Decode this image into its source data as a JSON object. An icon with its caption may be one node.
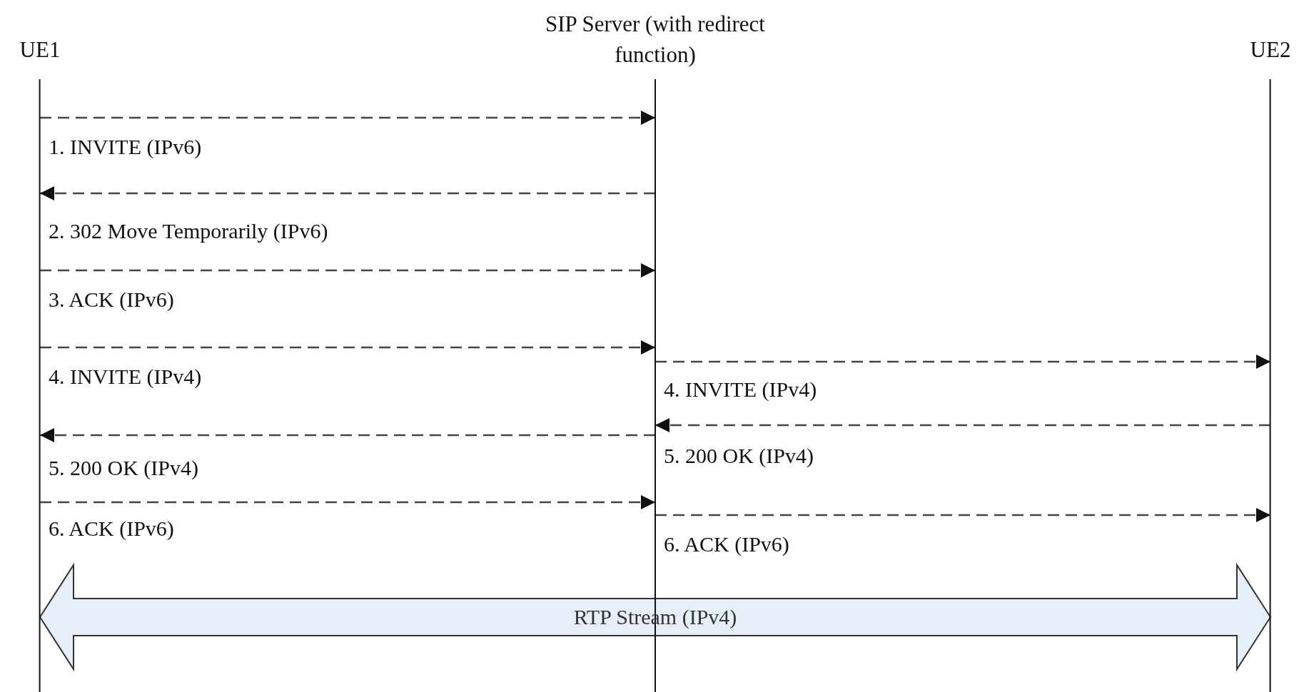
{
  "diagram": {
    "nodes": [
      {
        "text": [
          "UE1"
        ]
      },
      {
        "text": [
          "SIP Server (with redirect function)"
        ]
      },
      {
        "text": [
          "UE2"
        ]
      }
    ],
    "edges": [
      {
        "from": 0,
        "to": 1,
        "arrow": "to",
        "label": "1. INVITE (IPv6)",
        "style": "dashed"
      },
      {
        "from": 1,
        "to": 0,
        "arrow": "to",
        "label": "2. 302 Move Temporarily (IPv6)",
        "style": "dashed"
      },
      {
        "from": 0,
        "to": 1,
        "arrow": "to",
        "label": "3. ACK (IPv6)",
        "style": "dashed"
      },
      {
        "from": 0,
        "to": 1,
        "arrow": "to",
        "label": "4. INVITE (IPv4)",
        "style": "dashed"
      },
      {
        "from": 1,
        "to": 2,
        "arrow": "to",
        "label": "4. INVITE (IPv4)",
        "style": "dashed"
      },
      {
        "from": 2,
        "to": 1,
        "arrow": "to",
        "label": "5. 200 OK (IPv4)",
        "style": "dashed"
      },
      {
        "from": 1,
        "to": 0,
        "arrow": "to",
        "label": "5. 200 OK (IPv4)",
        "style": "dashed"
      },
      {
        "from": 0,
        "to": 1,
        "arrow": "to",
        "label": "6. ACK (IPv6)",
        "style": "dashed"
      },
      {
        "from": 1,
        "to": 2,
        "arrow": "to",
        "label": "6. ACK (IPv6)",
        "style": "dashed"
      },
      {
        "from": 0,
        "to": 2,
        "arrow": "both",
        "label": "RTP Stream (IPv4)",
        "style": "thick"
      }
    ]
  }
}
